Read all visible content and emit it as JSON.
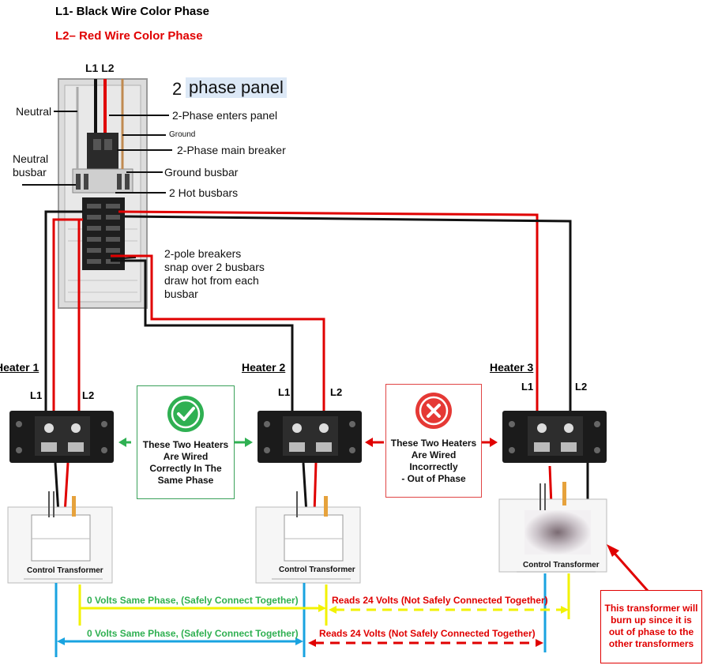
{
  "legend": {
    "l1": "L1- Black Wire Color Phase",
    "l2": "L2– Red Wire Color Phase"
  },
  "panel": {
    "top_label": "L1 L2",
    "two_label": "2",
    "title": "phase panel",
    "neutral": "Neutral",
    "enters": "2-Phase enters panel",
    "ground": "Ground",
    "main_breaker": "2-Phase main breaker",
    "neutral_busbar": "Neutral\nbusbar",
    "ground_busbar": "Ground busbar",
    "hot_busbars": "2 Hot busbars",
    "breaker_note": "2-pole breakers\nsnap over 2 busbars\ndraw hot from each\nbusbar"
  },
  "heaters": [
    {
      "title": "Heater 1",
      "l1": "L1",
      "l2": "L2",
      "transformer": "Control Transformer"
    },
    {
      "title": "Heater 2",
      "l1": "L1",
      "l2": "L2",
      "transformer": "Control Transformer"
    },
    {
      "title": "Heater 3",
      "l1": "L1",
      "l2": "L2",
      "transformer": "Control Transformer"
    }
  ],
  "correct_box": "These Two Heaters\nAre Wired\nCorrectly In The\nSame Phase",
  "incorrect_box": "These Two Heaters\nAre Wired\nIncorrectly\n- Out of Phase",
  "measurements": {
    "yellow_same": "0 Volts Same Phase, (Safely Connect Together)",
    "yellow_diff": "Reads 24 Volts (Not Safely Connected Together)",
    "blue_same": "0 Volts Same Phase, (Safely Connect Together)",
    "red_diff": "Reads 24 Volts (Not Safely Connected Together)"
  },
  "warning": "This transformer will\nburn up since it is\nout of phase to  the\nother transformers",
  "colors": {
    "black_wire": "#111111",
    "red_wire": "#e00000",
    "yellow_line": "#f2f200",
    "blue_line": "#19a3e0",
    "green": "#2fb052",
    "red_x": "#e53935"
  },
  "icons": [
    "check-icon",
    "x-icon"
  ]
}
